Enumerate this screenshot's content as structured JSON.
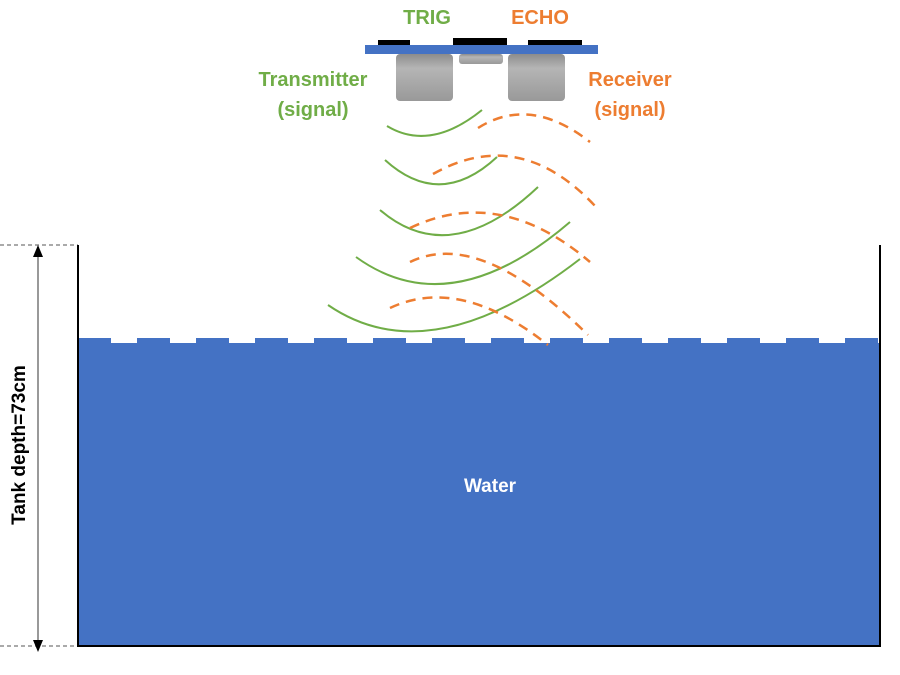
{
  "labels": {
    "trig": "TRIG",
    "echo": "ECHO",
    "transmitter": "Transmitter",
    "transmitter_sub": "(signal)",
    "receiver": "Receiver",
    "receiver_sub": "(signal)",
    "water": "Water",
    "tank_depth": "Tank depth=73cm"
  },
  "colors": {
    "water": "#4472C4",
    "transmit": "#70AD47",
    "receive": "#ED7D31",
    "sensor_body": "#A6A6A6"
  }
}
